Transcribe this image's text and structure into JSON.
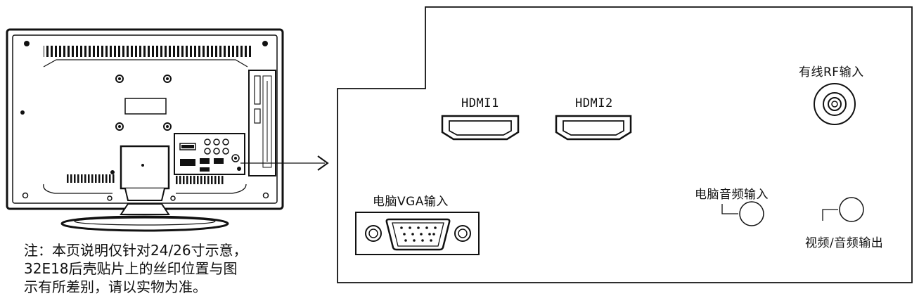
{
  "panel": {
    "hdmi1_label": "HDMI1",
    "hdmi2_label": "HDMI2",
    "rf_label": "有线RF输入",
    "vga_label": "电脑VGA输入",
    "pc_audio_label": "电脑音频输入",
    "av_out_label": "视频/音频输出"
  },
  "note": {
    "line1": "注：本页说明仅针对24/26寸示意，",
    "line2": "32E18后壳贴片上的丝印位置与图",
    "line3": "示有所差别，请以实物为准。"
  },
  "colors": {
    "stroke": "#111111",
    "fill_dark": "#1a1a1a",
    "background": "#ffffff"
  }
}
